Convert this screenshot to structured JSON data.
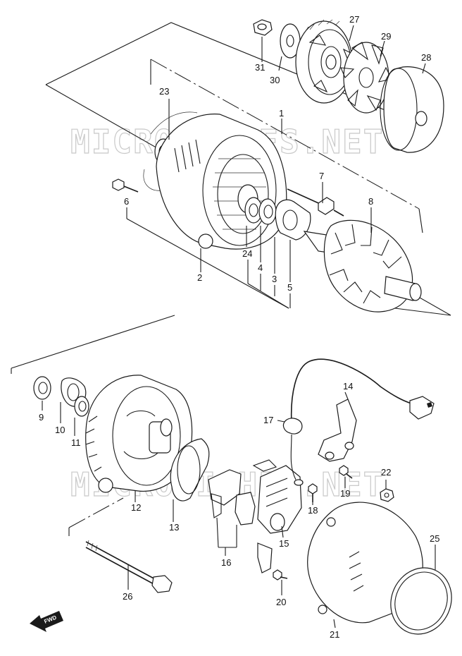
{
  "watermark": "MICROFICHES.NET",
  "fwd_label": "FWD",
  "parts": {
    "p1": "1",
    "p2": "2",
    "p3": "3",
    "p4": "4",
    "p5": "5",
    "p6": "6",
    "p7": "7",
    "p8": "8",
    "p9": "9",
    "p10": "10",
    "p11": "11",
    "p12": "12",
    "p13": "13",
    "p14": "14",
    "p15": "15",
    "p16": "16",
    "p17": "17",
    "p18": "18",
    "p19": "19",
    "p20": "20",
    "p21": "21",
    "p22": "22",
    "p23": "23",
    "p24": "24",
    "p25": "25",
    "p26": "26",
    "p27": "27",
    "p28": "28",
    "p29": "29",
    "p30": "30",
    "p31": "31"
  }
}
